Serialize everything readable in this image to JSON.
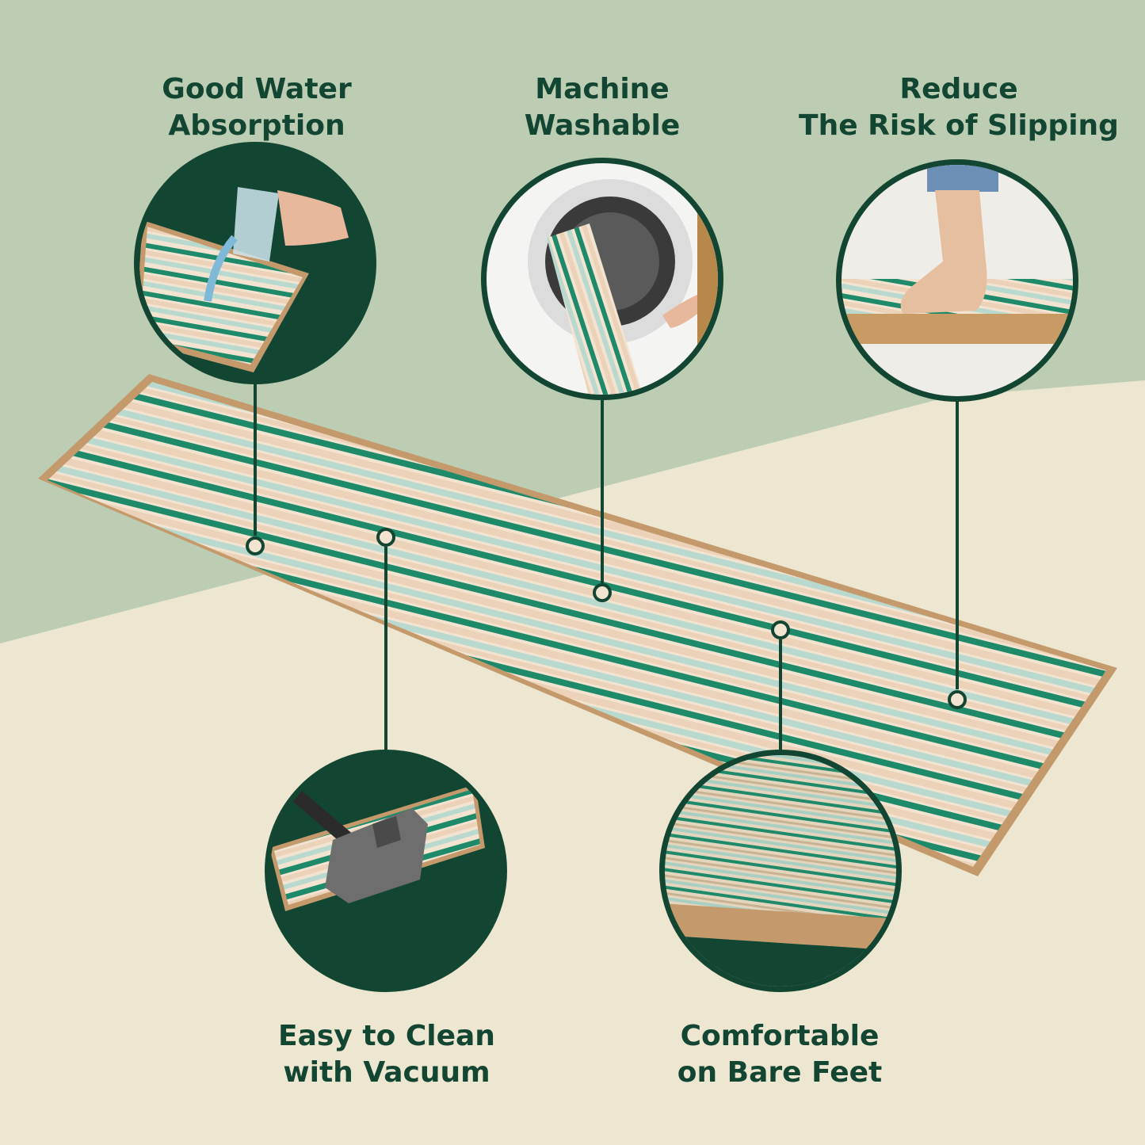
{
  "colors": {
    "top_background": "#bccdb3",
    "bottom_background": "#ede6d1",
    "accent_green": "#134632",
    "stripe_green": "#1f8a6a",
    "stripe_mint": "#b9d9cf",
    "stripe_peach": "#ecd2b8",
    "rug_border": "#c49a6c"
  },
  "features": {
    "water": {
      "line1": "Good Water",
      "line2": "Absorption"
    },
    "machine": {
      "line1": "Machine",
      "line2": "Washable"
    },
    "slip": {
      "line1": "Reduce",
      "line2": "The Risk of Slipping"
    },
    "vacuum": {
      "line1": "Easy to Clean",
      "line2": "with Vacuum"
    },
    "feet": {
      "line1": "Comfortable",
      "line2": "on Bare Feet"
    }
  },
  "icons": {
    "water": "water-glass-pour-icon",
    "machine": "washing-machine-icon",
    "slip": "bare-foot-on-rug-icon",
    "vacuum": "vacuum-head-icon",
    "feet": "rug-texture-closeup-icon"
  }
}
